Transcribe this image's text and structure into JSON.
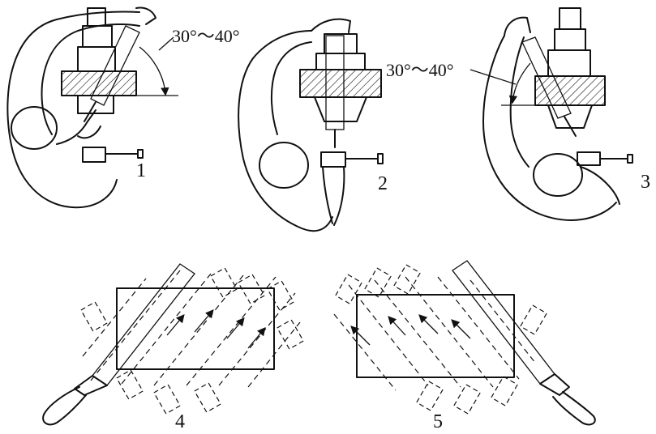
{
  "labels": {
    "fig1": "1",
    "fig2": "2",
    "fig3": "3",
    "fig4": "4",
    "fig5": "5",
    "angle1": "30°～40°",
    "angle3": "30°～40°"
  },
  "colors": {
    "ink": "#111111",
    "paper": "#ffffff"
  }
}
